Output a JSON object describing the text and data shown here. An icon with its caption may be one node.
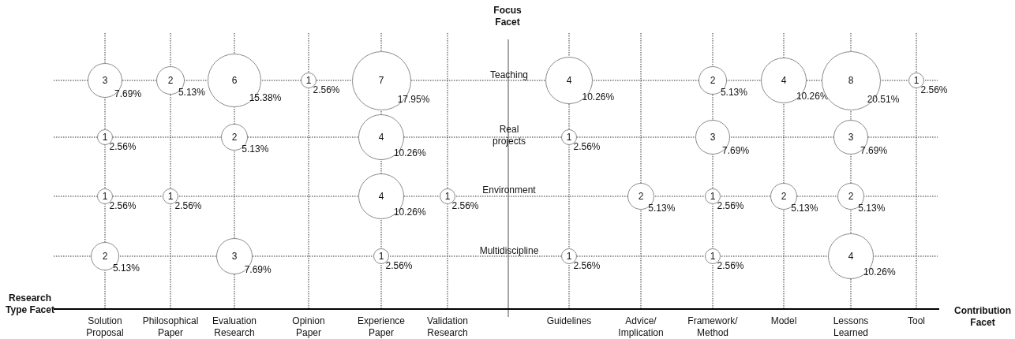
{
  "diagram": {
    "nodes": [
      {
        "text": [
          "3"
        ],
        "beside": [
          "7.69%"
        ]
      },
      {
        "text": [
          "2"
        ],
        "beside": [
          "5.13%"
        ]
      },
      {
        "text": [
          "6"
        ],
        "beside": [
          "15.38%"
        ]
      },
      {
        "text": [
          "1"
        ],
        "beside": [
          "2.56%"
        ]
      },
      {
        "text": [
          "7"
        ],
        "beside": [
          "17.95%"
        ]
      },
      {
        "text": [
          "4"
        ],
        "beside": [
          "10.26%"
        ]
      },
      {
        "text": [
          "2"
        ],
        "beside": [
          "5.13%"
        ]
      },
      {
        "text": [
          "4"
        ],
        "beside": [
          "10.26%"
        ]
      },
      {
        "text": [
          "8"
        ],
        "beside": [
          "20.51%"
        ]
      },
      {
        "text": [
          "1"
        ],
        "beside": [
          "2.56%"
        ]
      },
      {
        "text": [
          "1"
        ],
        "beside": [
          "2.56%"
        ]
      },
      {
        "text": [
          "2"
        ],
        "beside": [
          "5.13%"
        ]
      },
      {
        "text": [
          "4"
        ],
        "beside": [
          "10.26%"
        ]
      },
      {
        "text": [
          "1"
        ],
        "beside": [
          "2.56%"
        ]
      },
      {
        "text": [
          "3"
        ],
        "beside": [
          "7.69%"
        ]
      },
      {
        "text": [
          "3"
        ],
        "beside": [
          "7.69%"
        ]
      },
      {
        "text": [
          "1"
        ],
        "beside": [
          "2.56%"
        ]
      },
      {
        "text": [
          "1"
        ],
        "beside": [
          "2.56%"
        ]
      },
      {
        "text": [
          "4"
        ],
        "beside": [
          "10.26%"
        ]
      },
      {
        "text": [
          "1"
        ],
        "beside": [
          "2.56%"
        ]
      },
      {
        "text": [
          "2"
        ],
        "beside": [
          "5.13%"
        ]
      },
      {
        "text": [
          "1"
        ],
        "beside": [
          "2.56%"
        ]
      },
      {
        "text": [
          "2"
        ],
        "beside": [
          "5.13%"
        ]
      },
      {
        "text": [
          "2"
        ],
        "beside": [
          "5.13%"
        ]
      },
      {
        "text": [
          "2"
        ],
        "beside": [
          "5.13%"
        ]
      },
      {
        "text": [
          "3"
        ],
        "beside": [
          "7.69%"
        ]
      },
      {
        "text": [
          "1"
        ],
        "beside": [
          "2.56%"
        ]
      },
      {
        "text": [
          "1"
        ],
        "beside": [
          "2.56%"
        ]
      },
      {
        "text": [
          "1"
        ],
        "beside": [
          "2.56%"
        ]
      },
      {
        "text": [
          "4"
        ],
        "beside": [
          "10.26%"
        ]
      }
    ],
    "labels": [
      "Focus Facet",
      "Teaching",
      "Real projects",
      "Environment",
      "Multidiscipline",
      "Research Type Facet",
      "Solution Proposal",
      "Philosophical Paper",
      "Evaluation Research",
      "Opinion Paper",
      "Experience Paper",
      "Validation Research",
      "Guidelines",
      "Advice/ Implication",
      "Framework/ Method",
      "Model",
      "Lessons Learned",
      "Tool",
      "Contribution Facet"
    ]
  }
}
